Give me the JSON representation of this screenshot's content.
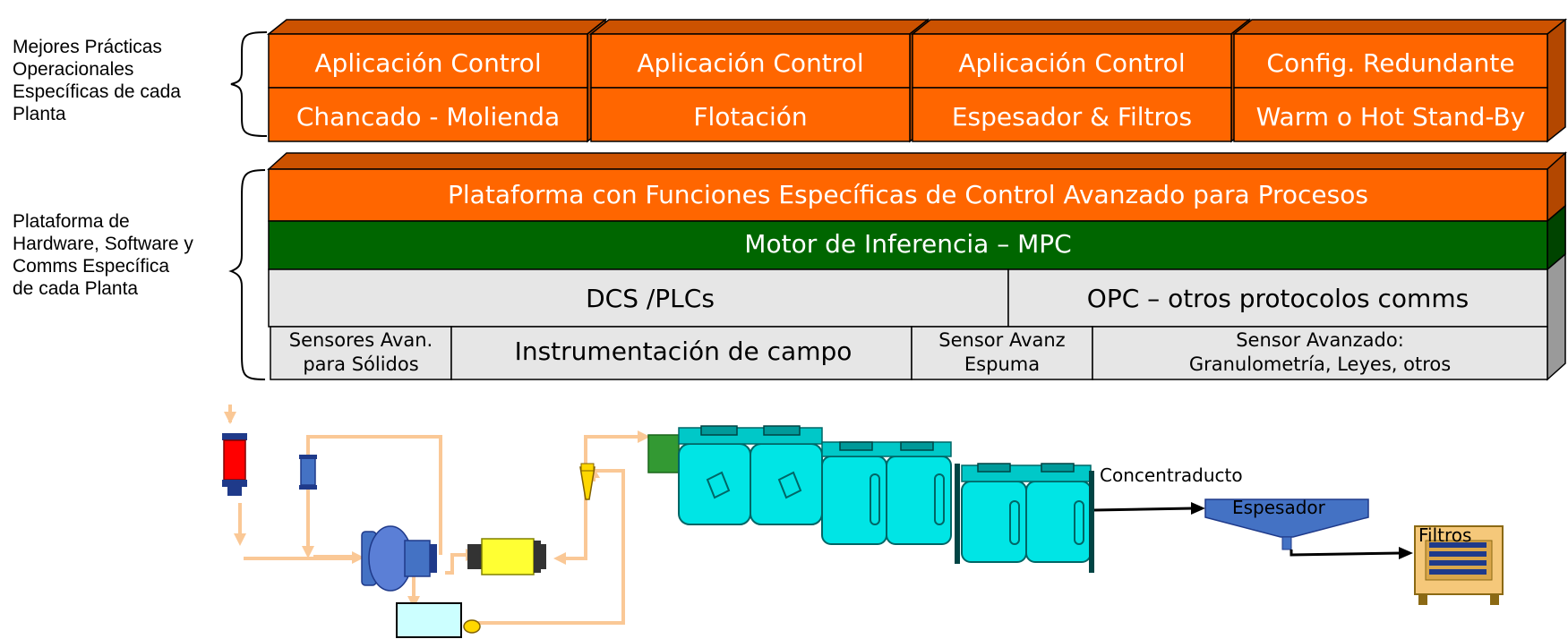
{
  "left_labels": {
    "top": "Mejores Prácticas\nOperacionales\nEspecíficas de cada\nPlanta",
    "bottom": "Plataforma de\nHardware, Software y\nComms Específica\nde cada Planta"
  },
  "top_blocks": [
    {
      "line1": "Aplicación Control",
      "line2": "Chancado - Molienda"
    },
    {
      "line1": "Aplicación Control",
      "line2": "Flotación"
    },
    {
      "line1": "Aplicación Control",
      "line2": "Espesador & Filtros"
    },
    {
      "line1": "Config. Redundante",
      "line2": "Warm o Hot Stand-By"
    }
  ],
  "platform": {
    "functions": "Plataforma con Funciones Específicas de Control Avanzado para Procesos",
    "engine": "Motor de Inferencia – MPC",
    "dcs": "DCS /PLCs",
    "opc": "OPC – otros protocolos comms"
  },
  "sensors": {
    "solids_line1": "Sensores Avan.",
    "solids_line2": "para Sólidos",
    "field": "Instrumentación de campo",
    "foam_line1": "Sensor Avanz",
    "foam_line2": "Espuma",
    "advanced_line1": "Sensor Avanzado:",
    "advanced_line2": "Granulometría, Leyes, otros"
  },
  "process_labels": {
    "concentrate": "Concentraducto",
    "thickener": "Espesador",
    "filters": "Filtros"
  },
  "colors": {
    "orange": "#FF6600",
    "green": "#006600",
    "gray": "#E6E6E6",
    "pipe": "#FAC896",
    "cyan": "#00E5E5",
    "blue": "#4472C4"
  }
}
